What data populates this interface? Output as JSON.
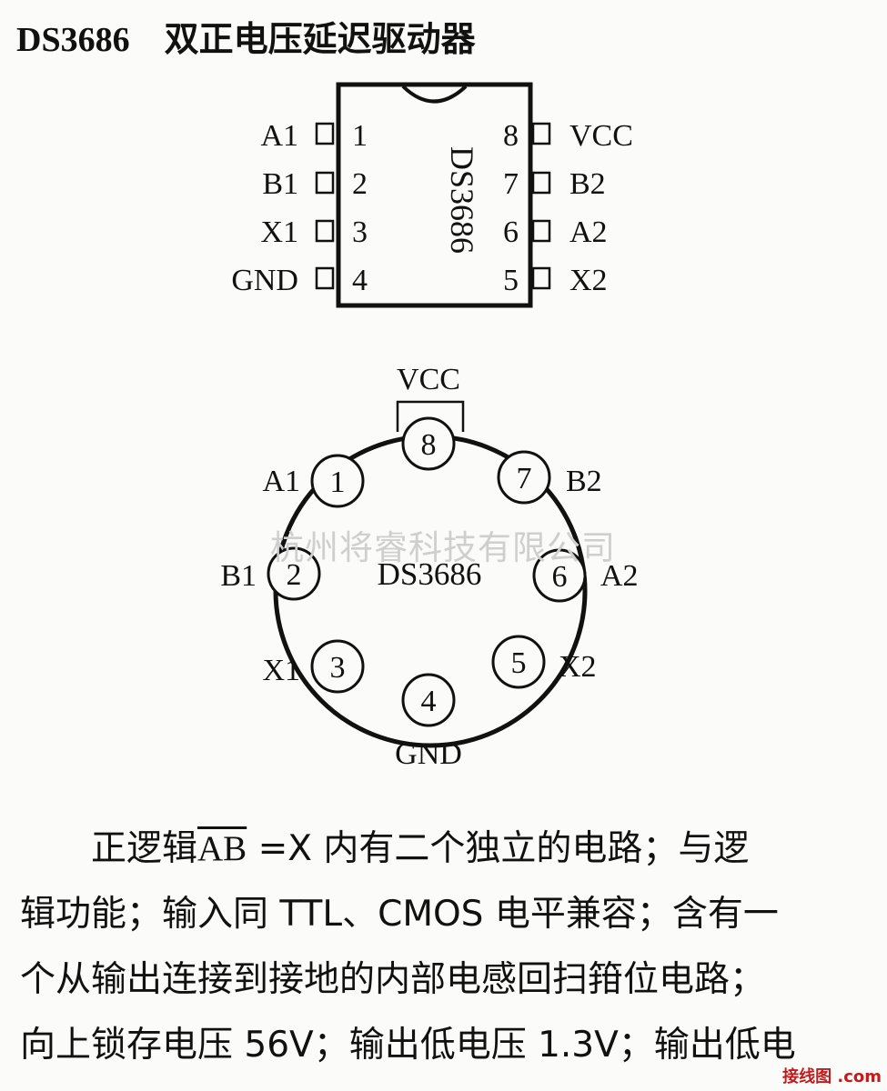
{
  "header": {
    "part": "DS3686",
    "title": "双正电压延迟驱动器"
  },
  "dip": {
    "chip_label": "DS3686",
    "left_pins": [
      {
        "num": "1",
        "label": "A1"
      },
      {
        "num": "2",
        "label": "B1"
      },
      {
        "num": "3",
        "label": "X1"
      },
      {
        "num": "4",
        "label": "GND"
      }
    ],
    "right_pins": [
      {
        "num": "8",
        "label": "VCC"
      },
      {
        "num": "7",
        "label": "B2"
      },
      {
        "num": "6",
        "label": "A2"
      },
      {
        "num": "5",
        "label": "X2"
      }
    ]
  },
  "can": {
    "chip_label": "DS3686",
    "pins": [
      {
        "num": "8",
        "label": "VCC"
      },
      {
        "num": "1",
        "label": "A1"
      },
      {
        "num": "7",
        "label": "B2"
      },
      {
        "num": "2",
        "label": "B1"
      },
      {
        "num": "6",
        "label": "A2"
      },
      {
        "num": "3",
        "label": "X1"
      },
      {
        "num": "5",
        "label": "X2"
      },
      {
        "num": "4",
        "label": "GND"
      }
    ]
  },
  "watermark": "杭州将睿科技有限公司",
  "description": {
    "line1_prefix": "正逻辑",
    "line1_overbar": "AB",
    "line1_suffix": " =X  内有二个独立的电路；与逻",
    "line2": "辑功能；输入同 TTL、CMOS 电平兼容；含有一",
    "line3": "个从输出连接到接地的内部电感回扫箝位电路；",
    "line4": "向上锁存电压 56V；输出低电压 1.3V；输出低电"
  },
  "footer": {
    "logo_text": "接线图 .com"
  }
}
